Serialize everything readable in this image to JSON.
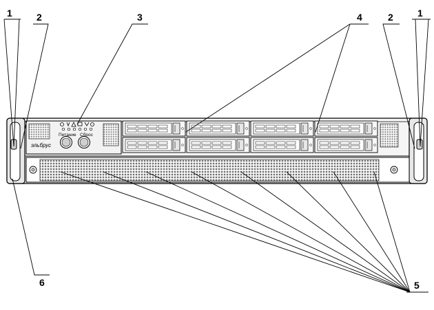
{
  "callouts": {
    "c1_left": "1",
    "c2_left": "2",
    "c3": "3",
    "c4": "4",
    "c2_right": "2",
    "c1_right": "1",
    "c5": "5",
    "c6": "6"
  },
  "panel": {
    "power_label": "Питание",
    "reset_label": "Сброс",
    "brand": "эльбрус"
  },
  "drive_bays": {
    "count": 8,
    "rows": 2,
    "cols": 4
  },
  "colors": {
    "line": "#000000",
    "metal": "#d9d9d9",
    "panel": "#f2f2f2",
    "vent": "#8c8c8c"
  }
}
